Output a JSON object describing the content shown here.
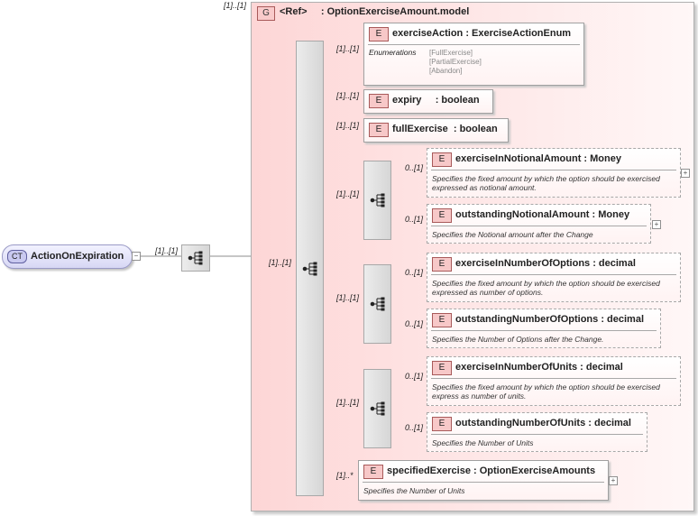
{
  "root": {
    "badge": "CT",
    "label": "ActionOnExpiration",
    "cardinality": "[1]..[1]"
  },
  "group": {
    "badge": "G",
    "title": "<Ref>     : OptionExerciseAmount.model",
    "cardinality": "[1]..[1]"
  },
  "sequence": {
    "cardinality": "[1]..[1]"
  },
  "elements": [
    {
      "badge": "E",
      "label": "exerciseAction : ExerciseActionEnum",
      "cardinality": "[1]..[1]",
      "enum_header": "Enumerations",
      "enum_values": [
        "[FullExercise]",
        "[PartialExercise]",
        "[Abandon]"
      ]
    },
    {
      "badge": "E",
      "label": "expiry     : boolean",
      "cardinality": "[1]..[1]"
    },
    {
      "badge": "E",
      "label": "fullExercise  : boolean",
      "cardinality": "[1]..[1]"
    },
    {
      "badge": "E",
      "label": "specifiedExercise : OptionExerciseAmounts",
      "cardinality": "[1]..*",
      "doc": "Specifies the Number of Units"
    }
  ],
  "choices": [
    {
      "cardinality": "[1]..[1]",
      "items": [
        {
          "badge": "E",
          "label": "exerciseInNotionalAmount : Money",
          "cardinality": "0..[1]",
          "doc": "Specifies the fixed amount by which the option should be exercised expressed as notional amount."
        },
        {
          "badge": "E",
          "label": "outstandingNotionalAmount : Money",
          "cardinality": "0..[1]",
          "doc": "Specifies the Notional amount after the Change"
        }
      ]
    },
    {
      "cardinality": "[1]..[1]",
      "items": [
        {
          "badge": "E",
          "label": "exerciseInNumberOfOptions : decimal",
          "cardinality": "0..[1]",
          "doc": "Specifies the fixed amount by which the option should be exercised expressed as number of options."
        },
        {
          "badge": "E",
          "label": "outstandingNumberOfOptions : decimal",
          "cardinality": "0..[1]",
          "doc": "Specifies the Number of Options after the Change."
        }
      ]
    },
    {
      "cardinality": "[1]..[1]",
      "items": [
        {
          "badge": "E",
          "label": "exerciseInNumberOfUnits : decimal",
          "cardinality": "0..[1]",
          "doc": "Specifies the fixed amount by which the option should be exercised express as number of units."
        },
        {
          "badge": "E",
          "label": "outstandingNumberOfUnits : decimal",
          "cardinality": "0..[1]",
          "doc": "Specifies the Number of Units"
        }
      ]
    }
  ],
  "colors": {
    "element_fill": "#f7c8c8",
    "group_fill": "#fdd6d6",
    "complex_type_fill": "#d7d7f4"
  }
}
